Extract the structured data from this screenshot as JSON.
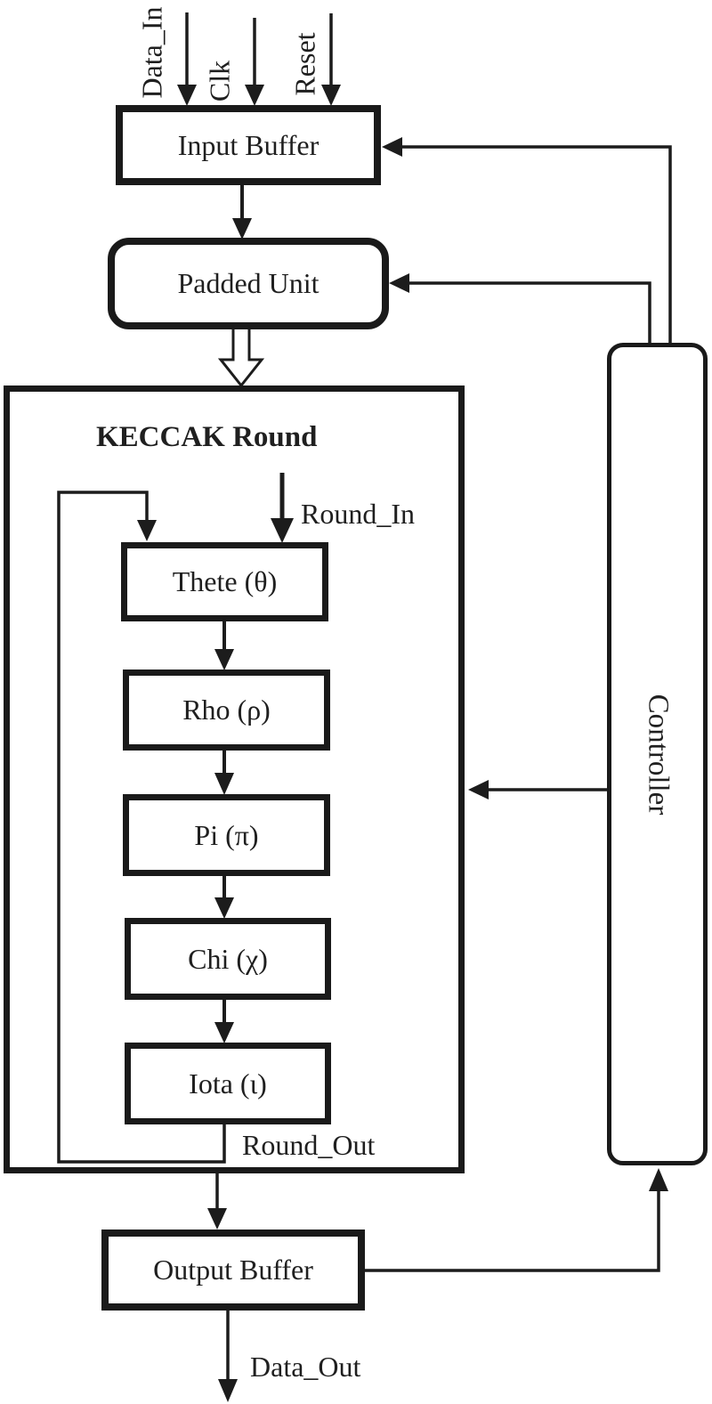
{
  "inputs": {
    "data_in": "Data_In",
    "clk": "Clk",
    "reset": "Reset"
  },
  "blocks": {
    "input_buffer": "Input Buffer",
    "padded_unit": "Padded Unit",
    "keccak_round": "KECCAK Round",
    "stages": [
      {
        "label": "Thete (θ)"
      },
      {
        "label": "Rho (ρ)"
      },
      {
        "label": "Pi (π)"
      },
      {
        "label": "Chi (χ)"
      },
      {
        "label": "Iota (ι)"
      }
    ],
    "output_buffer": "Output Buffer",
    "controller": "Controller"
  },
  "signals": {
    "round_in": "Round_In",
    "round_out": "Round_Out",
    "data_out": "Data_Out"
  },
  "colors": {
    "line": "#1c1c1c",
    "box_border": "#1a1a1a",
    "background": "#ffffff",
    "text": "#1f1f1f"
  }
}
